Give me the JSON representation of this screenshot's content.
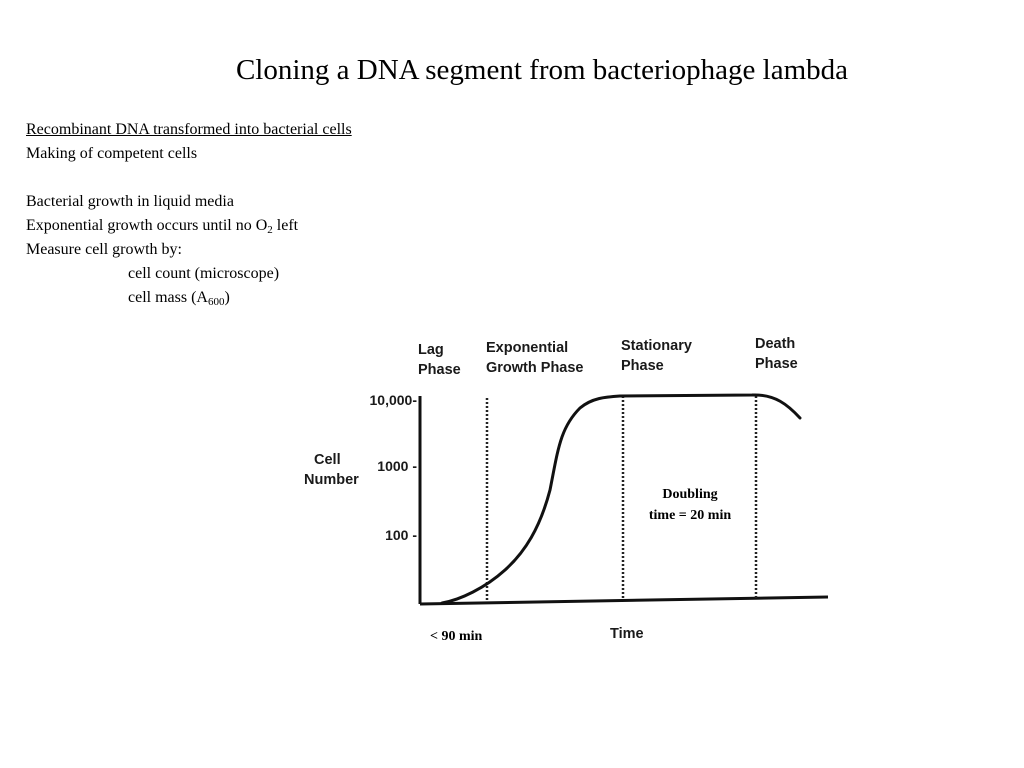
{
  "slide": {
    "title": "Cloning a DNA segment from bacteriophage lambda",
    "lines": {
      "l1": "Recombinant DNA transformed into bacterial cells",
      "l2": "Making of competent cells",
      "l3": "Bacterial growth in liquid media",
      "l4_pre": "Exponential growth occurs until no O",
      "l4_sub": "2",
      "l4_post": " left",
      "l5": "Measure cell growth by:",
      "l6": "cell count (microscope)",
      "l7_pre": "cell mass (A",
      "l7_sub": "600",
      "l7_post": ")"
    }
  },
  "chart_data": {
    "type": "line",
    "phases": [
      {
        "line1": "Lag",
        "line2": "Phase"
      },
      {
        "line1": "Exponential",
        "line2": "Growth Phase"
      },
      {
        "line1": "Stationary",
        "line2": "Phase"
      },
      {
        "line1": "Death",
        "line2": "Phase"
      }
    ],
    "ylabel_line1": "Cell",
    "ylabel_line2": "Number",
    "xlabel": "Time",
    "yticks": [
      "10,000-",
      "1000 -",
      "100 -"
    ],
    "annotations": {
      "doubling_line1": "Doubling",
      "doubling_line2": "time = 20 min",
      "lag_duration": "< 90 min"
    }
  }
}
